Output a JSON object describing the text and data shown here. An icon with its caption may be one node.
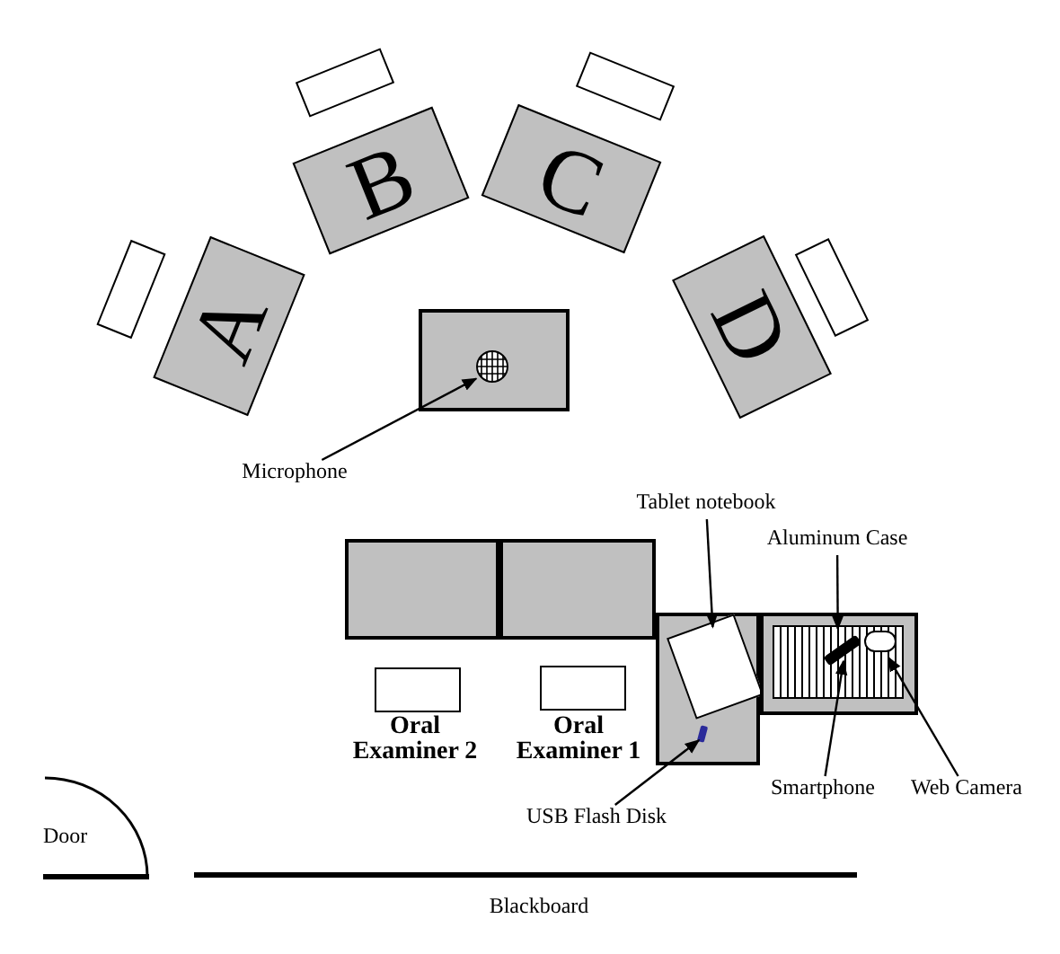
{
  "diagram": {
    "nodes": [
      {
        "text": [
          "A"
        ]
      },
      {
        "text": [
          "B"
        ]
      },
      {
        "text": [
          "C"
        ]
      },
      {
        "text": [
          "D"
        ]
      },
      {
        "text": [],
        "shape": "box"
      },
      {
        "text": [],
        "shape": "circle",
        "in": 4
      },
      {
        "text": [
          "Microphone"
        ]
      },
      {
        "text": [
          "Tablet notebook"
        ]
      },
      {
        "text": [],
        "shape": "box"
      },
      {
        "text": [],
        "shape": "box",
        "in": 8
      },
      {
        "text": [],
        "shape": "bar",
        "in": 8
      },
      {
        "text": [
          "Aluminum Case"
        ]
      },
      {
        "text": [],
        "shape": "box"
      },
      {
        "text": [],
        "shape": "box",
        "in": 12
      },
      {
        "text": [],
        "shape": "bar",
        "in": 13
      },
      {
        "text": [],
        "shape": "circle",
        "in": 13
      },
      {
        "text": [
          "USB Flash Disk"
        ]
      },
      {
        "text": [
          "Smartphone"
        ]
      },
      {
        "text": [
          "Web Camera"
        ]
      },
      {
        "text": [],
        "shape": "box"
      },
      {
        "text": [],
        "shape": "box"
      }
    ],
    "edges": [
      {
        "from": 6,
        "to": 5,
        "arrow": "to"
      },
      {
        "from": 7,
        "to": 9,
        "arrow": "to"
      },
      {
        "from": 11,
        "to": 13,
        "arrow": "to"
      },
      {
        "from": 16,
        "to": 10,
        "arrow": "to"
      },
      {
        "from": 17,
        "to": 14,
        "arrow": "to"
      },
      {
        "from": 18,
        "to": 15,
        "arrow": "to"
      }
    ],
    "labels": [
      "Oral Examiner 2",
      "Oral Examiner 1",
      "Door",
      "Blackboard"
    ]
  }
}
